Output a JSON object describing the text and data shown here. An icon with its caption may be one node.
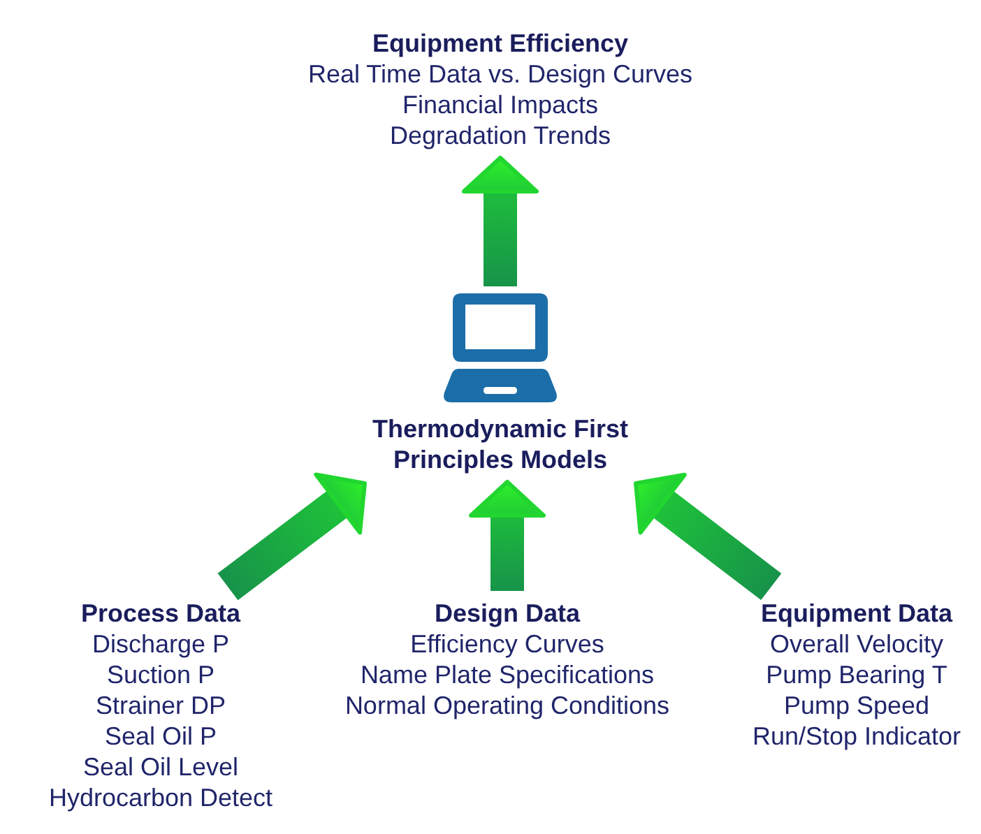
{
  "diagram": {
    "nodes": [
      {
        "text": [
          "Equipment Efficiency",
          "Real Time Data vs. Design Curves",
          "Financial Impacts",
          "Degradation Trends"
        ]
      },
      {
        "text": [
          "Thermodynamic First Principles Models"
        ]
      },
      {
        "text": [
          "Process Data",
          "Discharge P",
          "Suction P",
          "Strainer DP",
          "Seal Oil P",
          "Seal Oil Level",
          "Hydrocarbon Detect"
        ]
      },
      {
        "text": [
          "Design Data",
          "Efficiency Curves",
          "Name Plate Specifications",
          "Normal Operating Conditions"
        ]
      },
      {
        "text": [
          "Equipment Data",
          "Overall Velocity",
          "Pump Bearing T",
          "Pump Speed",
          "Run/Stop Indicator"
        ]
      }
    ],
    "edges": [
      {
        "from": 1,
        "to": 0,
        "arrow": "to"
      },
      {
        "from": 2,
        "to": 1,
        "arrow": "to"
      },
      {
        "from": 3,
        "to": 1,
        "arrow": "to"
      },
      {
        "from": 4,
        "to": 1,
        "arrow": "to"
      }
    ]
  }
}
